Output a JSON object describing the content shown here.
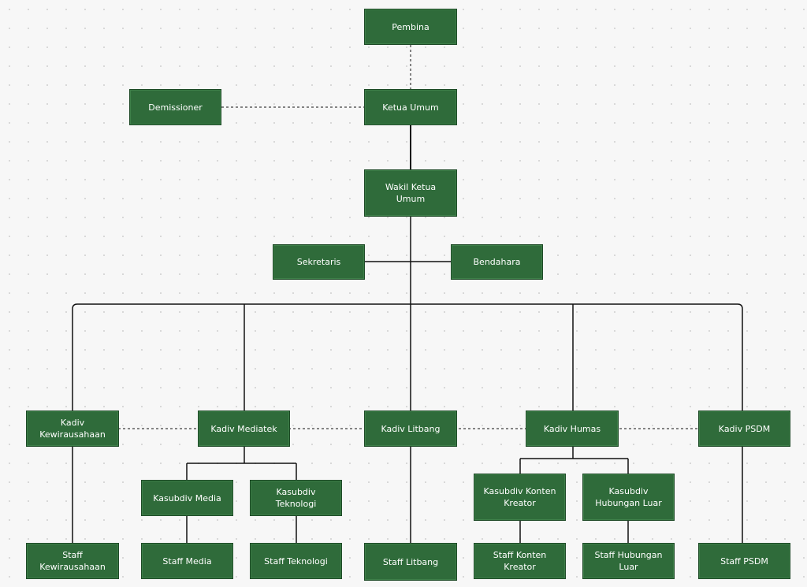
{
  "diagram": {
    "nodes": {
      "pembina": "Pembina",
      "demissioner": "Demissioner",
      "ketua_umum": "Ketua Umum",
      "wakil_ketua": "Wakil Ketua\nUmum",
      "sekretaris": "Sekretaris",
      "bendahara": "Bendahara",
      "kadiv_kewirausahaan": "Kadiv\nKewirausahaan",
      "kadiv_mediatek": "Kadiv Mediatek",
      "kadiv_litbang": "Kadiv Litbang",
      "kadiv_humas": "Kadiv Humas",
      "kadiv_psdm": "Kadiv PSDM",
      "kasubdiv_media": "Kasubdiv Media",
      "kasubdiv_teknologi": "Kasubdiv\nTeknologi",
      "kasubdiv_konten": "Kasubdiv Konten\nKreator",
      "kasubdiv_hubungan": "Kasubdiv\nHubungan Luar",
      "staff_kewirausahaan": "Staff\nKewirausahaan",
      "staff_media": "Staff Media",
      "staff_teknologi": "Staff Teknologi",
      "staff_litbang": "Staff Litbang",
      "staff_konten": "Staff Konten\nKreator",
      "staff_hubungan": "Staff Hubungan\nLuar",
      "staff_psdm": "Staff PSDM"
    },
    "colors": {
      "node_fill": "#2f6b3a",
      "node_border": "#1e4a27",
      "node_text": "#ffffff",
      "connector": "#111111",
      "background": "#f7f7f7"
    }
  }
}
